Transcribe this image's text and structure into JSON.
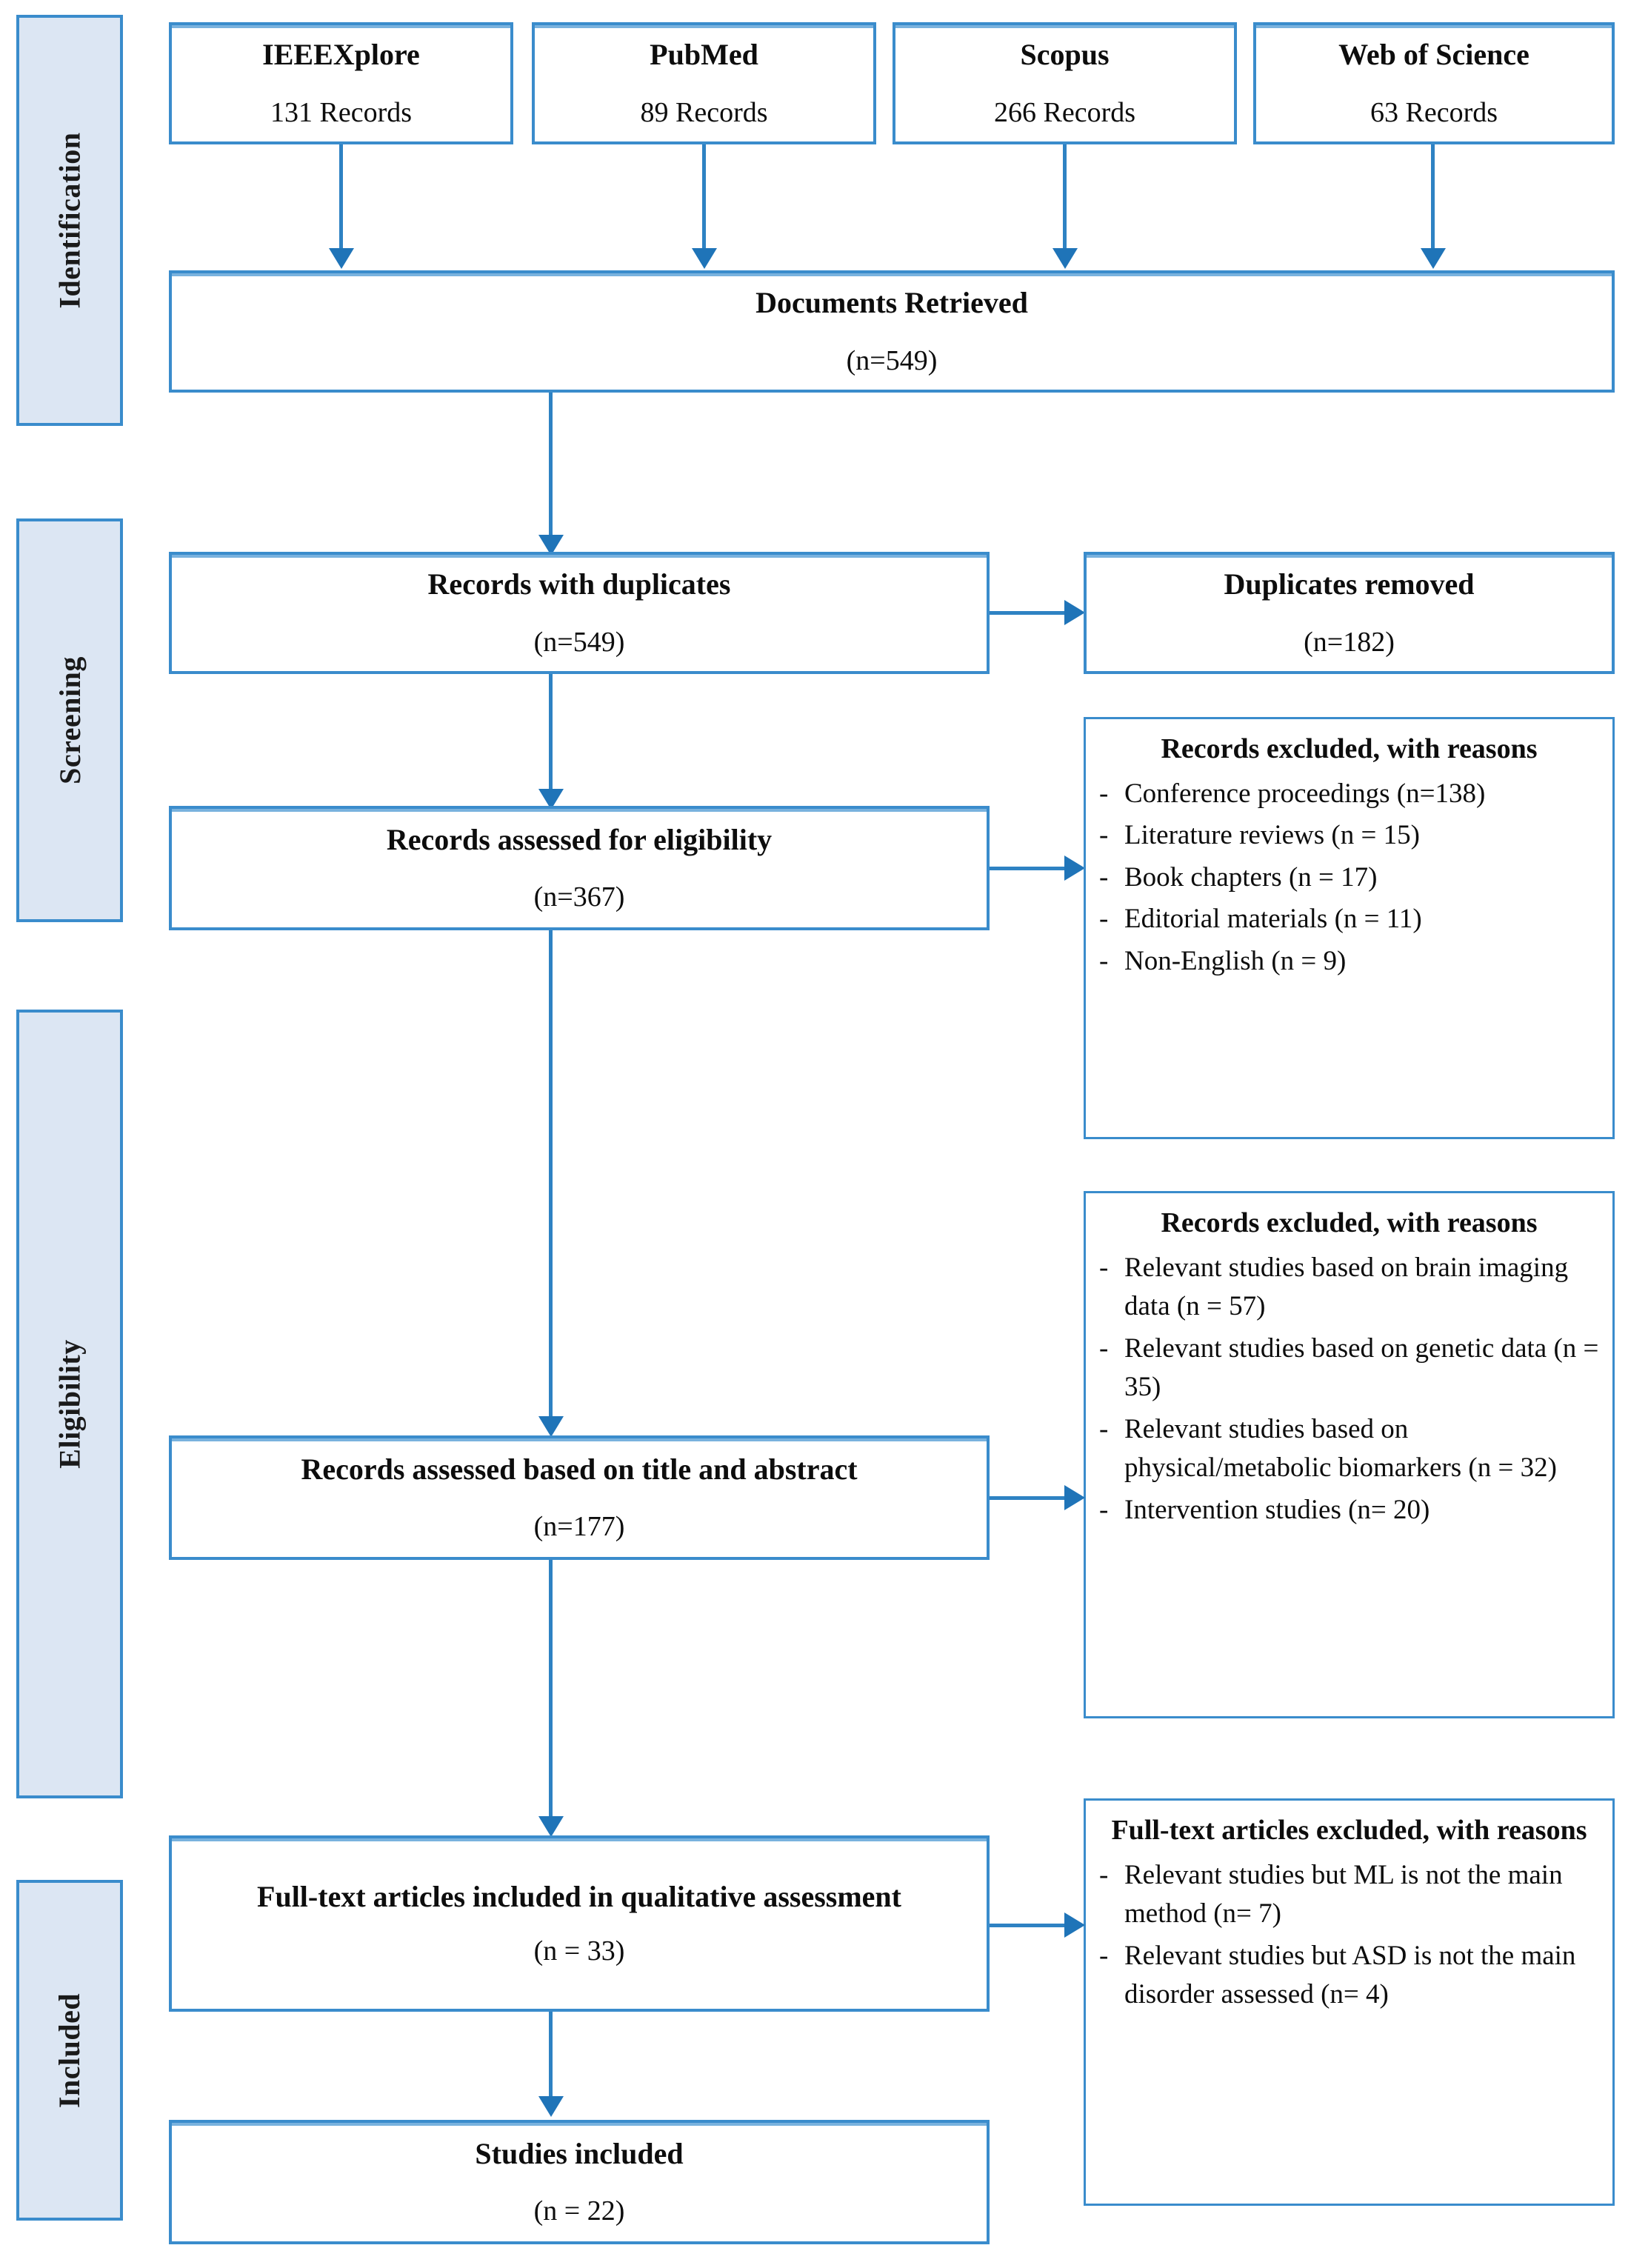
{
  "diagram": {
    "title": "PRISMA study selection flow diagram",
    "accent_color": "#2e82c3",
    "stage_fill_color": "#dce6f3",
    "box_border_color": "#3a8ccc"
  },
  "stages": [
    {
      "label": "Identification"
    },
    {
      "label": "Screening"
    },
    {
      "label": "Eligibility"
    },
    {
      "label": "Included"
    }
  ],
  "sources": [
    {
      "name": "IEEEXplore",
      "records": "131 Records"
    },
    {
      "name": "PubMed",
      "records": "89 Records"
    },
    {
      "name": "Scopus",
      "records": "266 Records"
    },
    {
      "name": "Web of Science",
      "records": "63 Records"
    }
  ],
  "flow": {
    "documents_retrieved": {
      "title": "Documents Retrieved",
      "count": "(n=549)"
    },
    "records_with_duplicates": {
      "title": "Records with duplicates",
      "count": "(n=549)"
    },
    "duplicates_removed": {
      "title": "Duplicates removed",
      "count": "(n=182)"
    },
    "records_assessed_eligibility": {
      "title": "Records assessed for eligibility",
      "count": "(n=367)"
    },
    "records_assessed_title_abstract": {
      "title": "Records assessed based on title and abstract",
      "count": "(n=177)"
    },
    "full_text_included": {
      "title": "Full-text articles included in qualitative assessment",
      "count": "(n = 33)"
    },
    "studies_included": {
      "title": "Studies included",
      "count": "(n = 22)"
    }
  },
  "excluded_screening": {
    "title": "Records excluded, with reasons",
    "items": [
      "Conference proceedings (n=138)",
      "Literature reviews (n = 15)",
      "Book chapters (n = 17)",
      "Editorial materials (n = 11)",
      "Non-English (n = 9)"
    ]
  },
  "excluded_eligibility": {
    "title": "Records excluded, with reasons",
    "items": [
      "Relevant studies based on brain imaging data (n = 57)",
      "Relevant studies based on genetic data (n = 35)",
      "Relevant studies based on physical/metabolic biomarkers (n = 32)",
      "Intervention studies (n= 20)"
    ]
  },
  "excluded_fulltext": {
    "title": "Full-text articles excluded, with reasons",
    "items": [
      "Relevant studies but ML is not the main method (n= 7)",
      "Relevant studies but ASD is not the main disorder assessed (n= 4)"
    ]
  },
  "bullet": "-"
}
